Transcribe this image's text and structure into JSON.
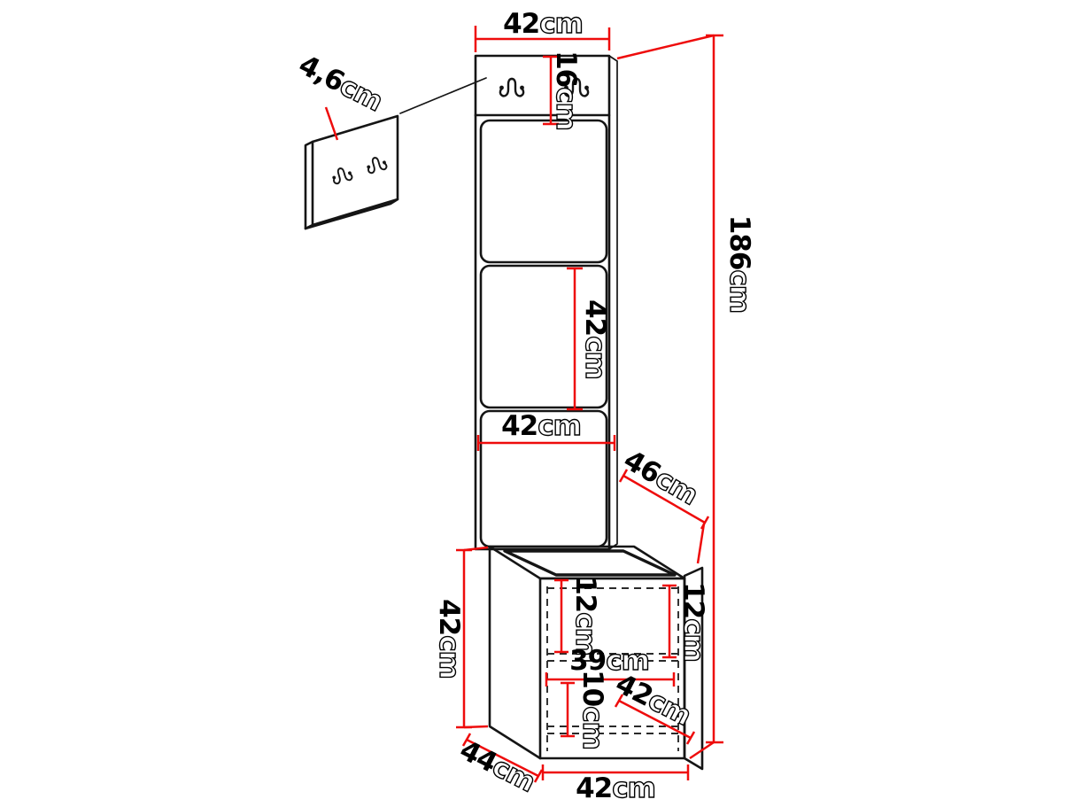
{
  "diagram": {
    "type": "furniture-dimension-drawing",
    "units": "cm",
    "colors": {
      "dimension_lines": "#ee0c0c",
      "outlines": "#151515",
      "background": "#ffffff"
    },
    "labels": {
      "top_width": {
        "value": "42",
        "unit": "cm"
      },
      "hook_panel_height": {
        "value": "16",
        "unit": "cm"
      },
      "wall_panel_thickness": {
        "value": "4,6",
        "unit": "cm"
      },
      "total_height": {
        "value": "186",
        "unit": "cm"
      },
      "middle_cushion_height": {
        "value": "42",
        "unit": "cm"
      },
      "panel_width": {
        "value": "42",
        "unit": "cm"
      },
      "seat_depth": {
        "value": "46",
        "unit": "cm"
      },
      "bench_height": {
        "value": "42",
        "unit": "cm"
      },
      "shelf_clearance_left": {
        "value": "12",
        "unit": "cm"
      },
      "shelf_clearance_right": {
        "value": "12",
        "unit": "cm"
      },
      "inner_width": {
        "value": "39",
        "unit": "cm"
      },
      "bottom_clearance": {
        "value": "10",
        "unit": "cm"
      },
      "door_width": {
        "value": "42",
        "unit": "cm"
      },
      "bench_depth": {
        "value": "44",
        "unit": "cm"
      },
      "bench_width": {
        "value": "42",
        "unit": "cm"
      }
    }
  }
}
